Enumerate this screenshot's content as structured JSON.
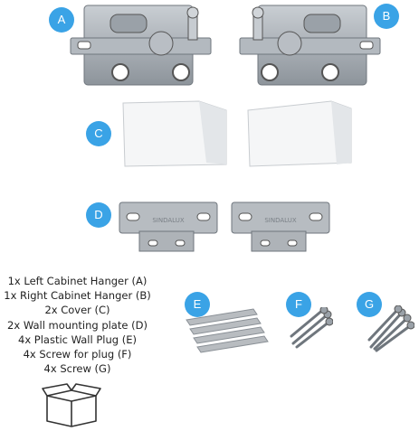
{
  "badges": {
    "a": "A",
    "b": "B",
    "c": "C",
    "d": "D",
    "e": "E",
    "f": "F",
    "g": "G"
  },
  "plate_brand": "SINDALUX",
  "parts_list": [
    "1x Left Cabinet Hanger (A)",
    "1x Right Cabinet Hanger (B)",
    "2x Cover (C)",
    "2x Wall mounting plate (D)",
    "4x Plastic Wall Plug (E)",
    "4x Screw for plug (F)",
    "4x Screw (G)"
  ],
  "colors": {
    "badge": "#3aa3e6",
    "metal": "#a7adb3",
    "metal_dark": "#6f767d"
  },
  "icons": [
    "box-icon"
  ]
}
